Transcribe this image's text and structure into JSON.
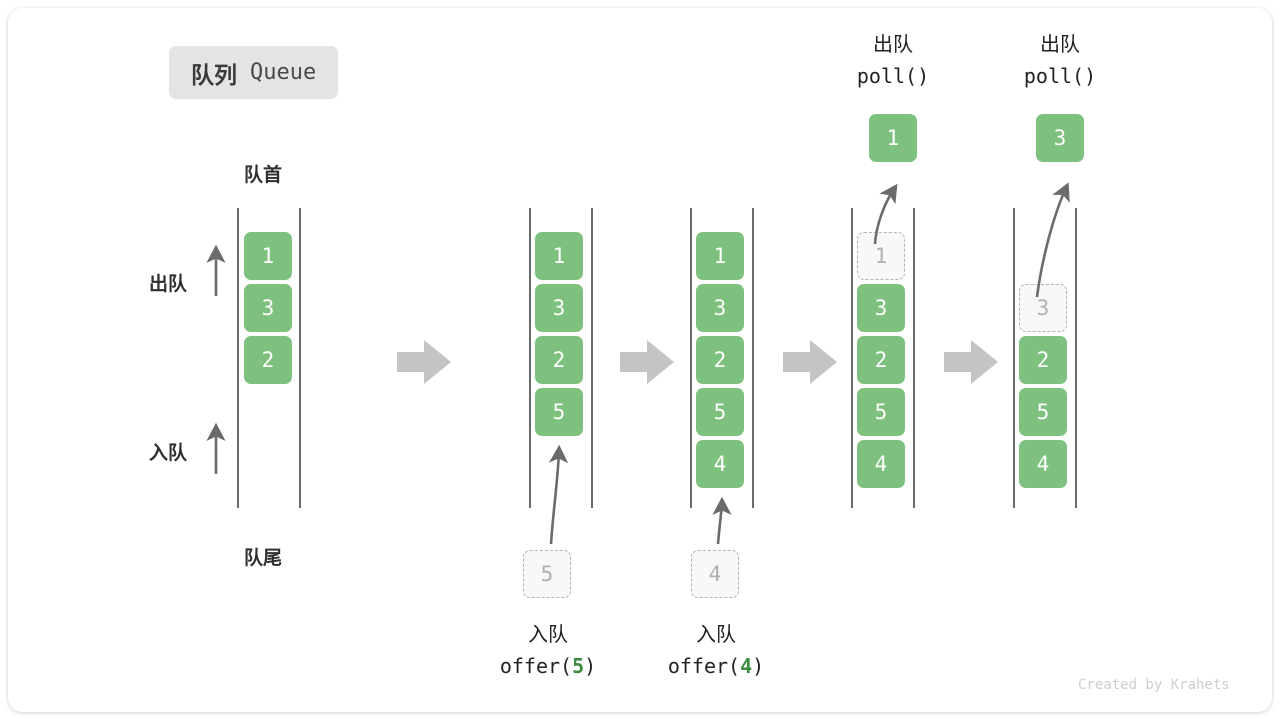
{
  "title": {
    "cn": "队列",
    "en": "Queue"
  },
  "labels": {
    "front": "队首",
    "rear": "队尾",
    "dequeue": "出队",
    "enqueue": "入队"
  },
  "operations": {
    "offer_5": {
      "cn": "入队",
      "fn": "offer(",
      "arg": "5",
      "close": ")"
    },
    "offer_4": {
      "cn": "入队",
      "fn": "offer(",
      "arg": "4",
      "close": ")"
    },
    "poll_1": {
      "cn": "出队",
      "code": "poll()"
    },
    "poll_2": {
      "cn": "出队",
      "code": "poll()"
    }
  },
  "colors": {
    "element": "#7ec17e",
    "ghost_border": "#b4b4b4",
    "ghost_fill": "#f8f8f8",
    "rail": "#6b6b6b",
    "arrow": "#6b6b6b",
    "block_arrow": "#c4c4c4",
    "badge_bg": "#e4e4e4",
    "arg_green": "#3d8b40"
  },
  "columns": [
    {
      "name": "initial-queue",
      "items": [
        "1",
        "3",
        "2"
      ],
      "ghost": null
    },
    {
      "name": "after-offer-5",
      "items": [
        "1",
        "3",
        "2",
        "5"
      ],
      "ghost": {
        "value": "5",
        "position": "below",
        "state": "incoming"
      }
    },
    {
      "name": "after-offer-4",
      "items": [
        "1",
        "3",
        "2",
        "5",
        "4"
      ],
      "ghost": {
        "value": "4",
        "position": "below",
        "state": "incoming"
      }
    },
    {
      "name": "after-poll-1",
      "items": [
        "3",
        "2",
        "5",
        "4"
      ],
      "ghost": {
        "value": "1",
        "position": "slot-0",
        "state": "removed"
      },
      "popped": "1"
    },
    {
      "name": "after-poll-3",
      "items": [
        "2",
        "5",
        "4"
      ],
      "ghost": {
        "value": "3",
        "position": "slot-1",
        "state": "removed"
      },
      "popped": "3"
    }
  ],
  "watermark": "Created by Krahets"
}
